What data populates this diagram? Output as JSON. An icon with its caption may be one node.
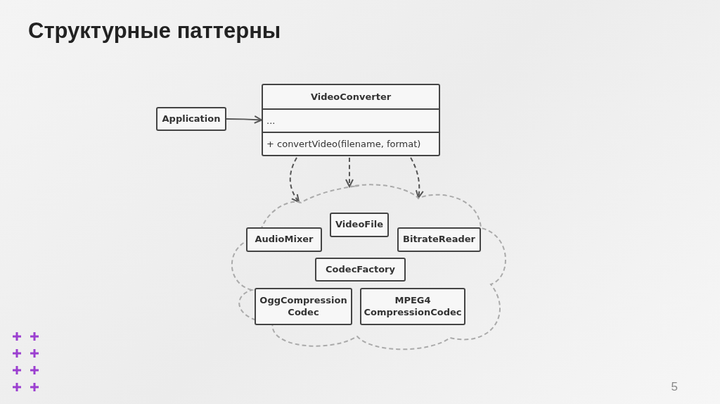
{
  "diagram": {
    "title": "Структурные паттерны",
    "nodes": [
      {
        "text": [
          "Application"
        ]
      },
      {
        "text": [
          "VideoConverter",
          "...",
          "+ convertVideo(filename, format)"
        ]
      },
      {
        "text": [],
        "shape": "cloud"
      },
      {
        "text": [
          "AudioMixer"
        ],
        "in": 2
      },
      {
        "text": [
          "VideoFile"
        ],
        "in": 2
      },
      {
        "text": [
          "BitrateReader"
        ],
        "in": 2
      },
      {
        "text": [
          "CodecFactory"
        ],
        "in": 2
      },
      {
        "text": [
          "OggCompression Codec"
        ],
        "in": 2
      },
      {
        "text": [
          "MPEG4 CompressionCodec"
        ],
        "in": 2
      }
    ],
    "edges": [
      {
        "from": 0,
        "to": 1,
        "arrow": "to"
      },
      {
        "from": 1,
        "to": 2,
        "arrow": "to",
        "style": "dashed"
      },
      {
        "from": 1,
        "to": 2,
        "arrow": "to",
        "style": "dashed"
      },
      {
        "from": 1,
        "to": 2,
        "arrow": "to",
        "style": "dashed"
      }
    ],
    "labels": [
      "5"
    ]
  }
}
